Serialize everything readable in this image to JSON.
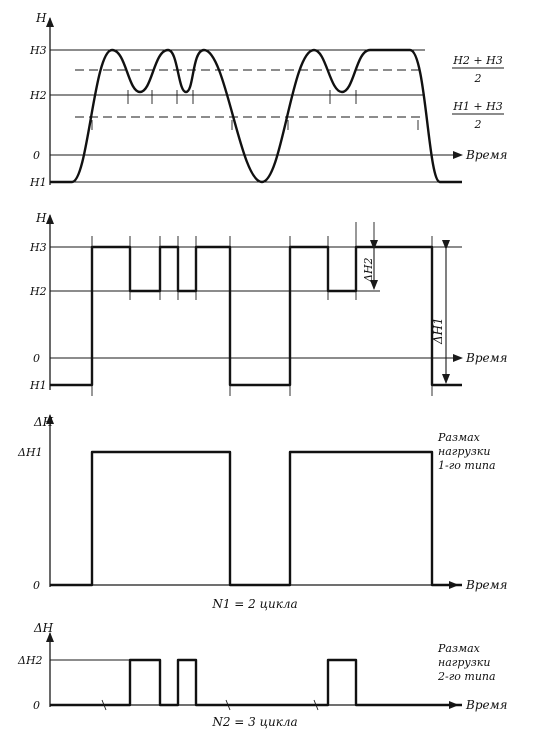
{
  "panel1": {
    "axis_label": "H",
    "levels": [
      "H3",
      "H2",
      "0",
      "H1"
    ],
    "time_label": "Время",
    "mid_upper": {
      "num": "H2 + H3",
      "den": "2"
    },
    "mid_lower": {
      "num": "H1 + H3",
      "den": "2"
    }
  },
  "panel2": {
    "axis_label": "H",
    "levels": [
      "H3",
      "H2",
      "0",
      "H1"
    ],
    "time_label": "Время",
    "range_small": "ΔH2",
    "range_large": "ΔH1"
  },
  "panel3": {
    "axis_label": "ΔH",
    "levels": [
      "ΔH1",
      "0"
    ],
    "time_label": "Время",
    "caption": [
      "Размах",
      "нагрузки",
      "1-го типа"
    ],
    "count": "N1 = 2 цикла"
  },
  "panel4": {
    "axis_label": "ΔH",
    "levels": [
      "ΔH2",
      "0"
    ],
    "time_label": "Время",
    "caption": [
      "Размах",
      "нагрузки",
      "2-го типа"
    ],
    "count": "N2 = 3 цикла"
  }
}
